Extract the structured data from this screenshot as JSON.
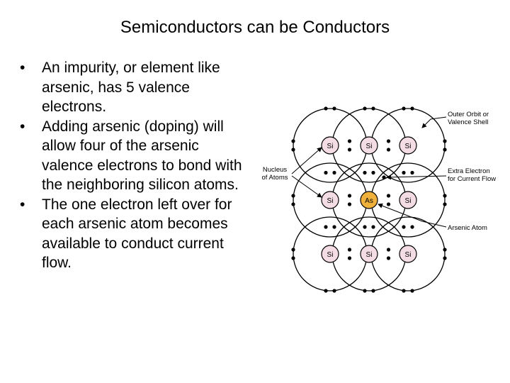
{
  "slide": {
    "title": "Semiconductors can be Conductors",
    "bullet_symbol": "•",
    "bullets": [
      "An impurity, or element like arsenic, has 5 valence electrons.",
      "Adding arsenic (doping) will allow four of the arsenic valence electrons to bond with the neighboring silicon atoms.",
      "The one electron left over for each arsenic atom becomes available to conduct current flow."
    ]
  },
  "diagram": {
    "atoms": [
      [
        "Si",
        "Si",
        "Si"
      ],
      [
        "Si",
        "As",
        "Si"
      ],
      [
        "Si",
        "Si",
        "Si"
      ]
    ],
    "labels": {
      "nucleus_line1": "Nucleus",
      "nucleus_line2": "of Atoms",
      "outer_line1": "Outer Orbit or",
      "outer_line2": "Valence Shell",
      "extra_line1": "Extra Electron",
      "extra_line2": "for Current Flow",
      "arsenic": "Arsenic Atom"
    },
    "colors": {
      "silicon_nucleus": "#f4dce4",
      "arsenic_nucleus": "#f0b13c",
      "line": "#000000"
    }
  }
}
